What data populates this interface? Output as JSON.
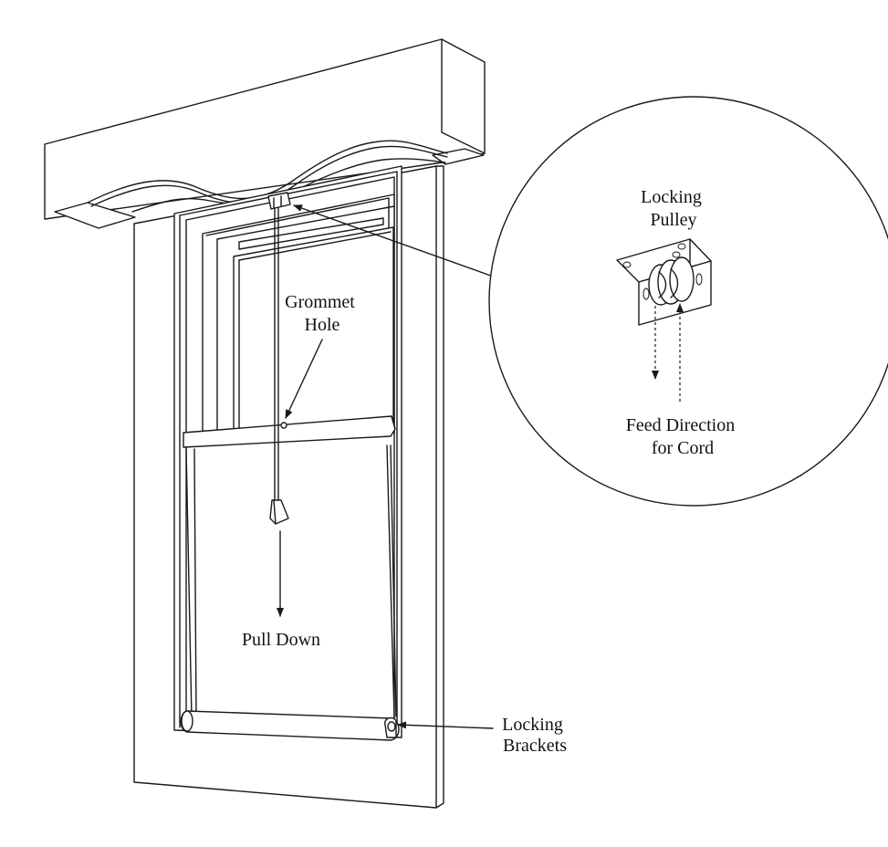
{
  "labels": {
    "locking_pulley": [
      "Locking",
      "Pulley"
    ],
    "grommet_hole": [
      "Grommet",
      "Hole"
    ],
    "pull_down": "Pull Down",
    "feed_direction": [
      "Feed Direction",
      "for Cord"
    ],
    "locking_brackets": [
      "Locking",
      "Brackets"
    ]
  },
  "colors": {
    "line": "#1a1a1a",
    "background": "#ffffff"
  }
}
